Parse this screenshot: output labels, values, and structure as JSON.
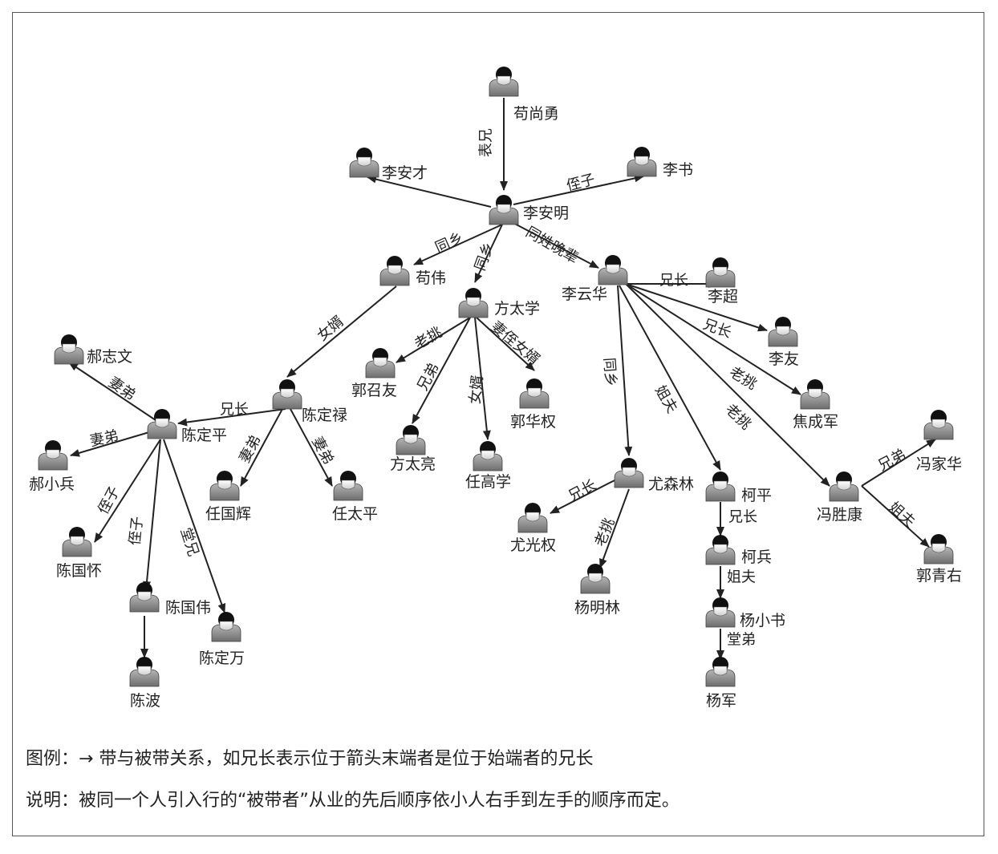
{
  "legend": {
    "label1": "图例：",
    "text1": "→ 带与被带关系，如兄长表示位于箭头末端者是位于始端者的兄长",
    "label2": "说明：",
    "text2": "被同一个人引入行的“被带者”从业的先后顺序依小人右手到左手的顺序而定。"
  },
  "colors": {
    "line": "#222222",
    "person_top": "#111111",
    "person_body": "#8c8c8c"
  },
  "person_icon": "person-icon",
  "nodes": [
    {
      "id": "gouShangYong",
      "name": "苟尚勇"
    },
    {
      "id": "liAnCai",
      "name": "李安才"
    },
    {
      "id": "liShu",
      "name": "李书"
    },
    {
      "id": "liAnMing",
      "name": "李安明"
    },
    {
      "id": "gouWei",
      "name": "苟伟"
    },
    {
      "id": "fangTaiXue",
      "name": "方太学"
    },
    {
      "id": "liYunHua",
      "name": "李云华"
    },
    {
      "id": "liChao",
      "name": "李超"
    },
    {
      "id": "liYou",
      "name": "李友"
    },
    {
      "id": "jiaoChengJun",
      "name": "焦成军"
    },
    {
      "id": "haoZhiWen",
      "name": "郝志文"
    },
    {
      "id": "guoZhaoYou",
      "name": "郭召友"
    },
    {
      "id": "chenDingLu",
      "name": "陈定禄"
    },
    {
      "id": "chenDingPing",
      "name": "陈定平"
    },
    {
      "id": "guoHuaQuan",
      "name": "郭华权"
    },
    {
      "id": "haoXiaoBing",
      "name": "郝小兵"
    },
    {
      "id": "fangTaiLiang",
      "name": "方太亮"
    },
    {
      "id": "renGaoXue",
      "name": "任高学"
    },
    {
      "id": "renGuoHui",
      "name": "任国辉"
    },
    {
      "id": "renTaiPing",
      "name": "任太平"
    },
    {
      "id": "youSenLin",
      "name": "尤森林"
    },
    {
      "id": "kePing",
      "name": "柯平"
    },
    {
      "id": "fengShengKang",
      "name": "冯胜康"
    },
    {
      "id": "fengJiaHua",
      "name": "冯家华"
    },
    {
      "id": "youGuangQuan",
      "name": "尤光权"
    },
    {
      "id": "chenGuoHuai",
      "name": "陈国怀"
    },
    {
      "id": "keBing",
      "name": "柯兵"
    },
    {
      "id": "guoQingYou",
      "name": "郭青右"
    },
    {
      "id": "yangMingLin",
      "name": "杨明林"
    },
    {
      "id": "chenGuoWei",
      "name": "陈国伟"
    },
    {
      "id": "yangXiaoShu",
      "name": "杨小书"
    },
    {
      "id": "chenDingWan",
      "name": "陈定万"
    },
    {
      "id": "chenBo",
      "name": "陈波"
    },
    {
      "id": "yangJun",
      "name": "杨军"
    }
  ],
  "edges": [
    {
      "from": "gouShangYong",
      "to": "liAnMing",
      "label": "表兄"
    },
    {
      "from": "liAnMing",
      "to": "liAnCai",
      "label": ""
    },
    {
      "from": "liAnMing",
      "to": "liShu",
      "label": "侄子"
    },
    {
      "from": "liAnMing",
      "to": "gouWei",
      "label": "同乡"
    },
    {
      "from": "liAnMing",
      "to": "fangTaiXue",
      "label": "同乡"
    },
    {
      "from": "liAnMing",
      "to": "liYunHua",
      "label": "同姓晚辈"
    },
    {
      "from": "gouWei",
      "to": "chenDingLu",
      "label": "女婿"
    },
    {
      "from": "fangTaiXue",
      "to": "guoZhaoYou",
      "label": "老挑"
    },
    {
      "from": "fangTaiXue",
      "to": "fangTaiLiang",
      "label": "兄弟"
    },
    {
      "from": "fangTaiXue",
      "to": "renGaoXue",
      "label": "女婿"
    },
    {
      "from": "fangTaiXue",
      "to": "guoHuaQuan",
      "label": "妻侄女婿"
    },
    {
      "from": "liYunHua",
      "to": "liChao",
      "label": "兄长"
    },
    {
      "from": "liYunHua",
      "to": "liYou",
      "label": "兄长"
    },
    {
      "from": "liYunHua",
      "to": "jiaoChengJun",
      "label": "老挑"
    },
    {
      "from": "liYunHua",
      "to": "fengShengKang",
      "label": "老挑"
    },
    {
      "from": "liYunHua",
      "to": "youSenLin",
      "label": "同乡"
    },
    {
      "from": "liYunHua",
      "to": "kePing",
      "label": "姐夫"
    },
    {
      "from": "chenDingLu",
      "to": "chenDingPing",
      "label": "兄长"
    },
    {
      "from": "chenDingLu",
      "to": "renGuoHui",
      "label": "妻弟"
    },
    {
      "from": "chenDingLu",
      "to": "renTaiPing",
      "label": "妻弟"
    },
    {
      "from": "chenDingPing",
      "to": "haoZhiWen",
      "label": "妻弟"
    },
    {
      "from": "chenDingPing",
      "to": "haoXiaoBing",
      "label": "妻弟"
    },
    {
      "from": "chenDingPing",
      "to": "chenGuoHuai",
      "label": "侄子"
    },
    {
      "from": "chenDingPing",
      "to": "chenGuoWei",
      "label": "侄子"
    },
    {
      "from": "chenDingPing",
      "to": "chenDingWan",
      "label": "堂兄"
    },
    {
      "from": "chenGuoWei",
      "to": "chenBo",
      "label": ""
    },
    {
      "from": "youSenLin",
      "to": "youGuangQuan",
      "label": "兄长"
    },
    {
      "from": "youSenLin",
      "to": "yangMingLin",
      "label": "老挑"
    },
    {
      "from": "kePing",
      "to": "keBing",
      "label": "兄长"
    },
    {
      "from": "keBing",
      "to": "yangXiaoShu",
      "label": "姐夫"
    },
    {
      "from": "yangXiaoShu",
      "to": "yangJun",
      "label": "堂弟"
    },
    {
      "from": "fengShengKang",
      "to": "fengJiaHua",
      "label": "兄弟"
    },
    {
      "from": "fengShengKang",
      "to": "guoQingYou",
      "label": "姐夫"
    }
  ]
}
